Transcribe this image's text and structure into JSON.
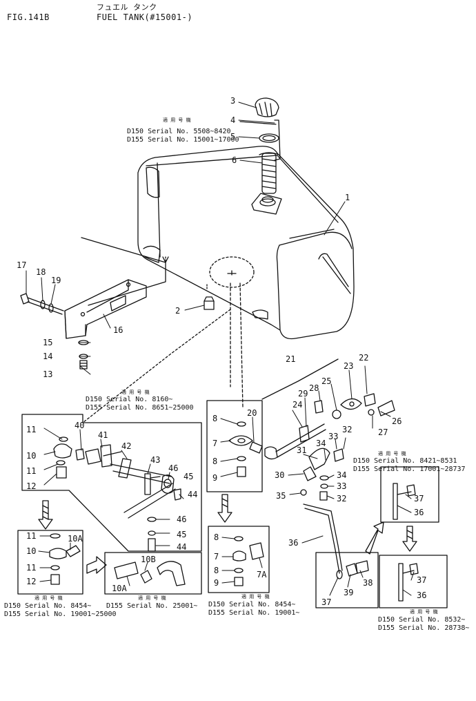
{
  "header": {
    "fig": "FIG.141B",
    "title_jp": "フュエル タンク",
    "title": "FUEL TANK(#15001-)"
  },
  "serial_notes": {
    "caption": "適 用 号 機",
    "tank_cap": {
      "line1": "D150  Serial No. 5508~8420",
      "line2": "D155  Serial No. 15001~17000"
    },
    "left_main": {
      "line1": "D150  Serial No. 8160~",
      "line2": "D155  Serial No. 8651~25000"
    },
    "left_lower": {
      "line1": "D150  Serial No. 8454~",
      "line2": "D155  Serial No. 19001~25000"
    },
    "lower_mid": {
      "line1": "D155  Serial No. 25001~"
    },
    "center_lower": {
      "line1": "D150  Serial No. 8454~",
      "line2": "D155  Serial No. 19001~"
    },
    "right_upper": {
      "line1": "D150  Serial No. 8421~8531",
      "line2": "D155  Serial No. 17001~28737"
    },
    "right_lower": {
      "line1": "D150  Serial No. 8532~",
      "line2": "D155  Serial No. 28738~"
    }
  },
  "callouts": [
    {
      "id": "c1",
      "text": "1"
    },
    {
      "id": "c2",
      "text": "2"
    },
    {
      "id": "c3",
      "text": "3"
    },
    {
      "id": "c4",
      "text": "4"
    },
    {
      "id": "c5",
      "text": "5"
    },
    {
      "id": "c6",
      "text": "6"
    },
    {
      "id": "c13",
      "text": "13"
    },
    {
      "id": "c14",
      "text": "14"
    },
    {
      "id": "c15",
      "text": "15"
    },
    {
      "id": "c16",
      "text": "16"
    },
    {
      "id": "c17",
      "text": "17"
    },
    {
      "id": "c18",
      "text": "18"
    },
    {
      "id": "c19",
      "text": "19"
    },
    {
      "id": "c21",
      "text": "21"
    },
    {
      "id": "c22",
      "text": "22"
    },
    {
      "id": "c23",
      "text": "23"
    },
    {
      "id": "c24",
      "text": "24"
    },
    {
      "id": "c25",
      "text": "25"
    },
    {
      "id": "c26",
      "text": "26"
    },
    {
      "id": "c27",
      "text": "27"
    },
    {
      "id": "c28",
      "text": "28"
    },
    {
      "id": "c29",
      "text": "29"
    },
    {
      "id": "c30",
      "text": "30"
    },
    {
      "id": "c31",
      "text": "31"
    },
    {
      "id": "c32a",
      "text": "32"
    },
    {
      "id": "c33a",
      "text": "33"
    },
    {
      "id": "c34a",
      "text": "34"
    },
    {
      "id": "c34b",
      "text": "34"
    },
    {
      "id": "c33b",
      "text": "33"
    },
    {
      "id": "c32b",
      "text": "32"
    },
    {
      "id": "c35",
      "text": "35"
    },
    {
      "id": "c36",
      "text": "36"
    },
    {
      "id": "c37a",
      "text": "37"
    },
    {
      "id": "c36a",
      "text": "36"
    },
    {
      "id": "c37b",
      "text": "37"
    },
    {
      "id": "c36b",
      "text": "36"
    },
    {
      "id": "c37c",
      "text": "37"
    },
    {
      "id": "c38",
      "text": "38"
    },
    {
      "id": "c39",
      "text": "39"
    },
    {
      "id": "L11a",
      "text": "11"
    },
    {
      "id": "L10",
      "text": "10"
    },
    {
      "id": "L11b",
      "text": "11"
    },
    {
      "id": "L12",
      "text": "12"
    },
    {
      "id": "L40",
      "text": "40"
    },
    {
      "id": "L41",
      "text": "41"
    },
    {
      "id": "L42",
      "text": "42"
    },
    {
      "id": "L43",
      "text": "43"
    },
    {
      "id": "L46a",
      "text": "46"
    },
    {
      "id": "L45a",
      "text": "45"
    },
    {
      "id": "L44a",
      "text": "44"
    },
    {
      "id": "L46b",
      "text": "46"
    },
    {
      "id": "L45b",
      "text": "45"
    },
    {
      "id": "L44b",
      "text": "44"
    },
    {
      "id": "B11a",
      "text": "11"
    },
    {
      "id": "B10",
      "text": "10"
    },
    {
      "id": "B10A",
      "text": "10A"
    },
    {
      "id": "B11b",
      "text": "11"
    },
    {
      "id": "B12",
      "text": "12"
    },
    {
      "id": "M10B",
      "text": "10B"
    },
    {
      "id": "M10A",
      "text": "10A"
    },
    {
      "id": "C8a",
      "text": "8"
    },
    {
      "id": "C20",
      "text": "20"
    },
    {
      "id": "C7",
      "text": "7"
    },
    {
      "id": "C8b",
      "text": "8"
    },
    {
      "id": "C9",
      "text": "9"
    },
    {
      "id": "D8a",
      "text": "8"
    },
    {
      "id": "D7",
      "text": "7"
    },
    {
      "id": "D8b",
      "text": "8"
    },
    {
      "id": "D9",
      "text": "9"
    },
    {
      "id": "D7A",
      "text": "7A"
    }
  ]
}
